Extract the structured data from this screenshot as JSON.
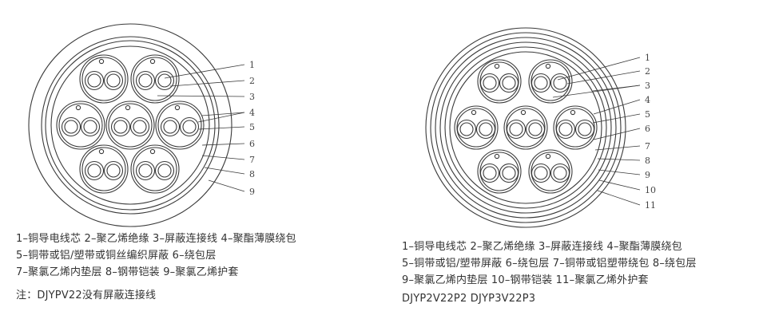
{
  "left_diagram": {
    "callouts": [
      "1",
      "2",
      "3",
      "4",
      "5",
      "6",
      "7",
      "8",
      "9"
    ],
    "legend": [
      "1–铜导电线芯  2–聚乙烯绝缘  3–屏蔽连接线  4–聚酯薄膜绕包",
      "5–铜带或铝/塑带或铜丝编织屏蔽   6–绕包层",
      "7–聚氯乙烯内垫层   8–钢带铠装   9–聚氯乙烯护套"
    ],
    "note": "注：DJYPV22没有屏蔽连接线"
  },
  "right_diagram": {
    "callouts": [
      "1",
      "2",
      "3",
      "4",
      "5",
      "6",
      "7",
      "8",
      "9",
      "10",
      "11"
    ],
    "legend": [
      "1–铜导电线芯   2–聚乙烯绝缘   3–屏蔽连接线   4–聚酯薄膜绕包",
      "5–铜带或铝/塑带屏蔽   6–绕包层   7–铜带或铝塑带绕包   8–绕包层",
      "9–聚氯乙烯内垫层   10–钢带铠装   11–聚氯乙烯外护套"
    ],
    "note": "DJYP2V22P2   DJYP3V22P3"
  },
  "colors": {
    "line": "#3a3a3a",
    "text": "#333333"
  }
}
